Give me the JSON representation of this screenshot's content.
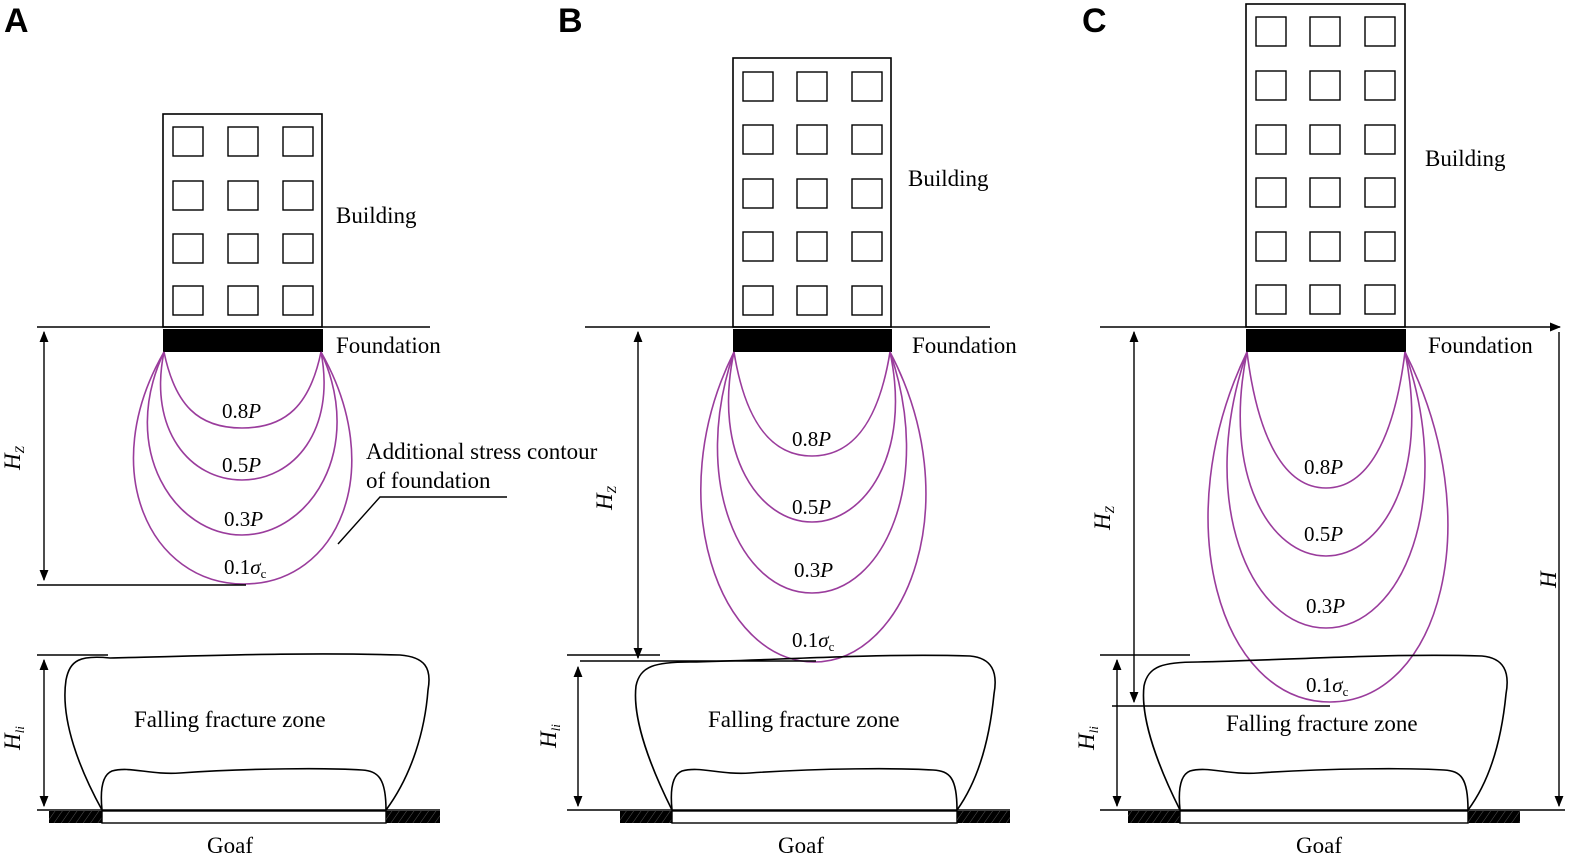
{
  "panels": [
    {
      "letter": "A",
      "building": "Building",
      "foundation": "Foundation",
      "contours": [
        "0.8",
        "0.5",
        "0.3",
        "0.1"
      ],
      "contour_unit": "P",
      "sigma": "σ",
      "sigma_sub": "c",
      "annotation_line1": "Additional stress contour",
      "annotation_line2": "of foundation",
      "hz": "H",
      "hz_sub": "Z",
      "hli": "H",
      "hli_sub": "li",
      "zone": "Falling fracture zone",
      "goaf": "Goaf"
    },
    {
      "letter": "B",
      "building": "Building",
      "foundation": "Foundation",
      "contours": [
        "0.8",
        "0.5",
        "0.3",
        "0.1"
      ],
      "contour_unit": "P",
      "sigma": "σ",
      "sigma_sub": "c",
      "hz": "H",
      "hz_sub": "Z",
      "hli": "H",
      "hli_sub": "li",
      "zone": "Falling fracture zone",
      "goaf": "Goaf"
    },
    {
      "letter": "C",
      "building": "Building",
      "foundation": "Foundation",
      "contours": [
        "0.8",
        "0.5",
        "0.3",
        "0.1"
      ],
      "contour_unit": "P",
      "sigma": "σ",
      "sigma_sub": "c",
      "hz": "H",
      "hz_sub": "Z",
      "hli": "H",
      "hli_sub": "li",
      "h": "H",
      "zone": "Falling fracture zone",
      "goaf": "Goaf"
    }
  ],
  "colors": {
    "contour": "#9a3c9c",
    "line": "#000000"
  }
}
